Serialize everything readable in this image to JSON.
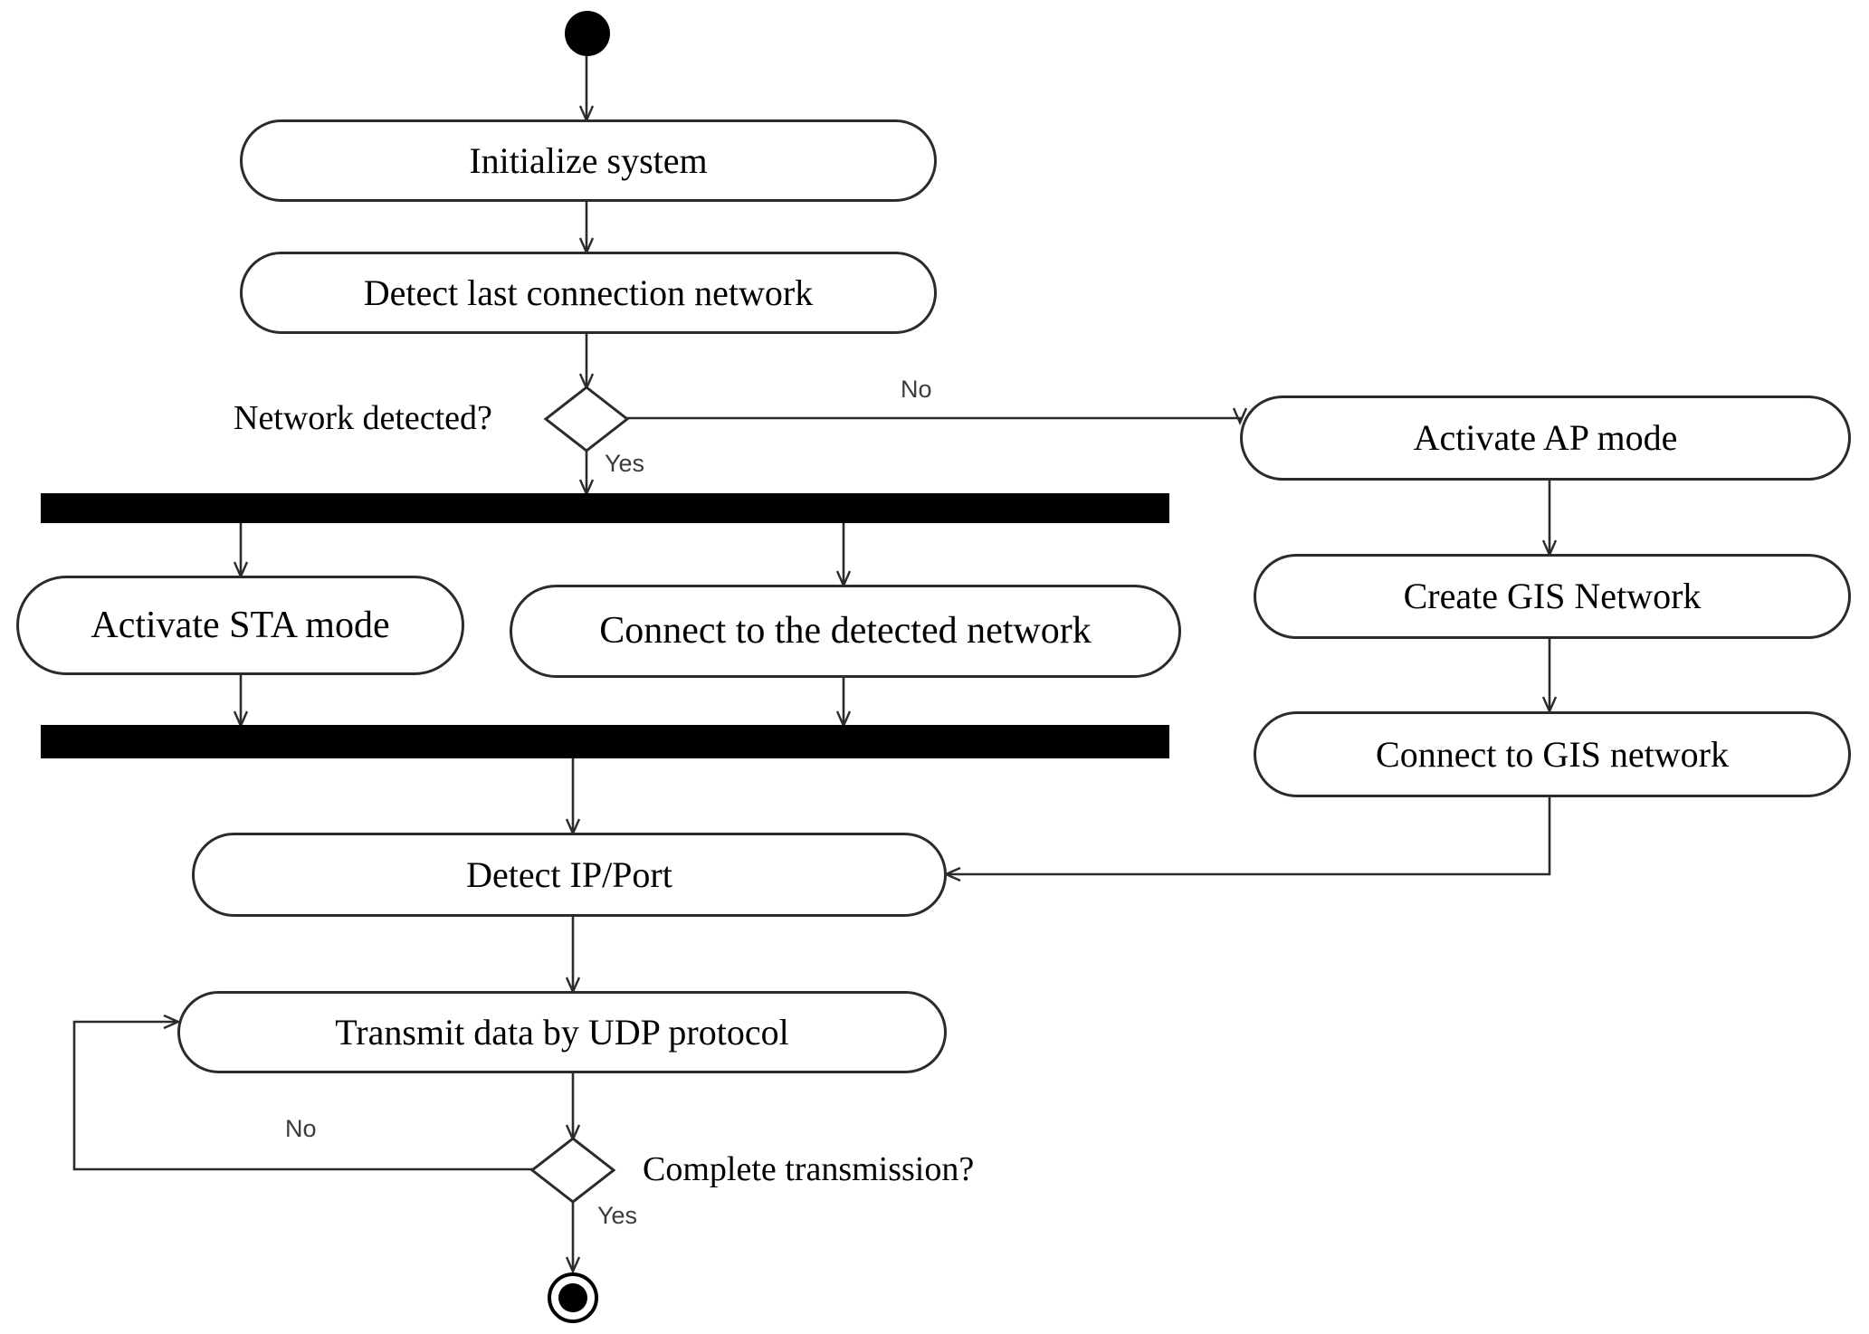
{
  "diagram": {
    "title": "UML activity diagram - network connection and UDP data transmission flow",
    "stroke_color": "#2b2b2b",
    "fill_color": "#ffffff",
    "bar_color": "#000000",
    "label_color": "#3b3b3b"
  },
  "nodes": {
    "start": {
      "type": "initial-node",
      "label": ""
    },
    "initialize_system": {
      "label": "Initialize system"
    },
    "detect_last_connection": {
      "label": "Detect last connection network"
    },
    "network_detected_decision": {
      "label": "Network detected?"
    },
    "fork_bar": {
      "label": ""
    },
    "activate_sta_mode": {
      "label": "Activate STA mode"
    },
    "connect_detected_network": {
      "label": "Connect to the detected network"
    },
    "join_bar": {
      "label": ""
    },
    "activate_ap_mode": {
      "label": "Activate AP mode"
    },
    "create_gis_network": {
      "label": "Create GIS Network"
    },
    "connect_gis_network": {
      "label": "Connect to GIS network"
    },
    "detect_ip_port": {
      "label": "Detect IP/Port"
    },
    "transmit_data_udp": {
      "label": "Transmit data by UDP protocol"
    },
    "complete_transmission_decision": {
      "label": "Complete transmission?"
    },
    "end": {
      "type": "final-node",
      "label": ""
    }
  },
  "edge_labels": {
    "network_detected_no": "No",
    "network_detected_yes": "Yes",
    "complete_transmission_no": "No",
    "complete_transmission_yes": "Yes"
  }
}
